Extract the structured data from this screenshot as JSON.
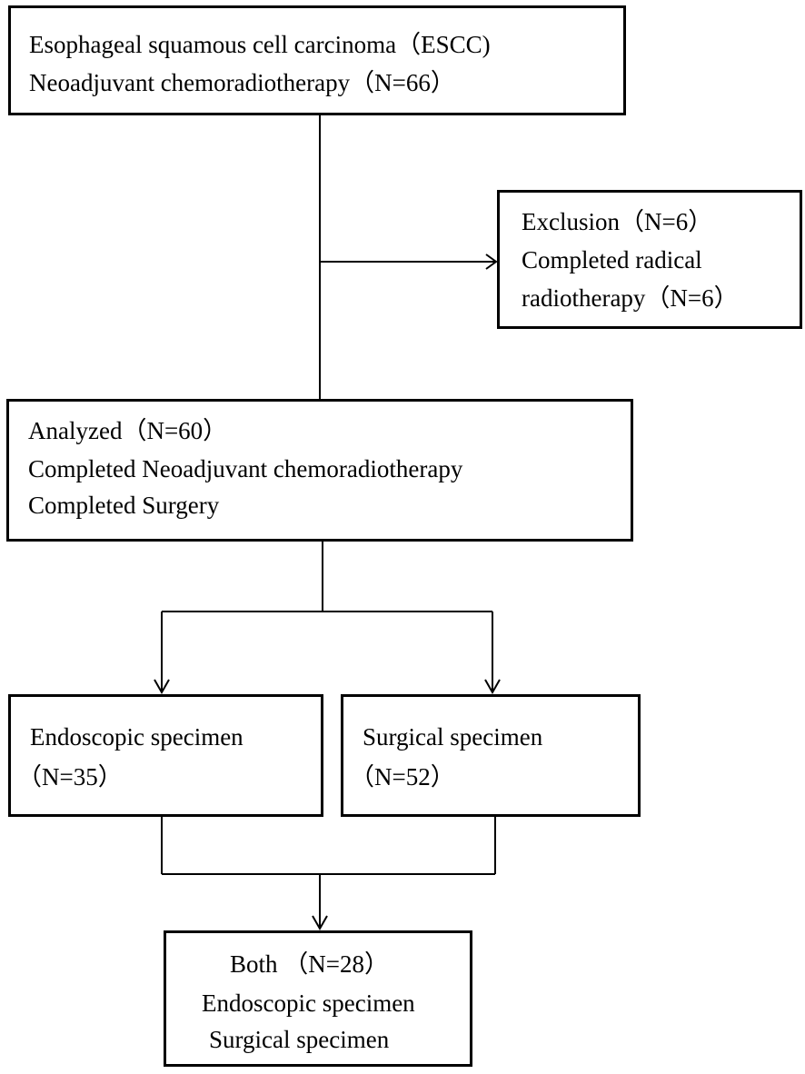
{
  "start_box": {
    "line1": "Esophageal squamous cell carcinoma（ESCC)",
    "line2": "Neoadjuvant chemoradiotherapy（N=66）"
  },
  "exclusion_box": {
    "line1": "Exclusion（N=6）",
    "line2": "Completed radical",
    "line3": "radiotherapy（N=6）"
  },
  "analyzed_box": {
    "line1": "Analyzed（N=60）",
    "line2": "Completed Neoadjuvant chemoradiotherapy",
    "line3": "Completed Surgery"
  },
  "endoscopic_box": {
    "line1": "Endoscopic specimen",
    "line2": "（N=35）"
  },
  "surgical_box": {
    "line1": "Surgical specimen",
    "line2": "（N=52）"
  },
  "both_box": {
    "line1": "Both （N=28）",
    "line2": "Endoscopic specimen",
    "line3": "Surgical specimen"
  }
}
